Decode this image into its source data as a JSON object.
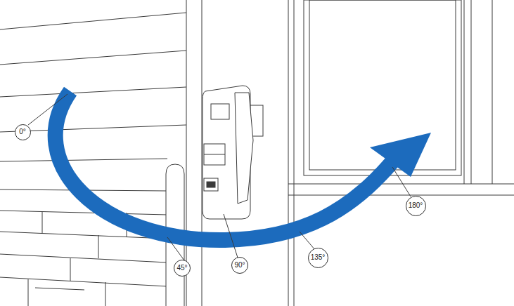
{
  "diagram": {
    "nodes": [
      {
        "text": [
          "0°"
        ]
      },
      {
        "text": [
          "45°"
        ]
      },
      {
        "text": [
          "90°"
        ]
      },
      {
        "text": [
          "135°"
        ]
      },
      {
        "text": [
          "180°"
        ]
      }
    ]
  }
}
